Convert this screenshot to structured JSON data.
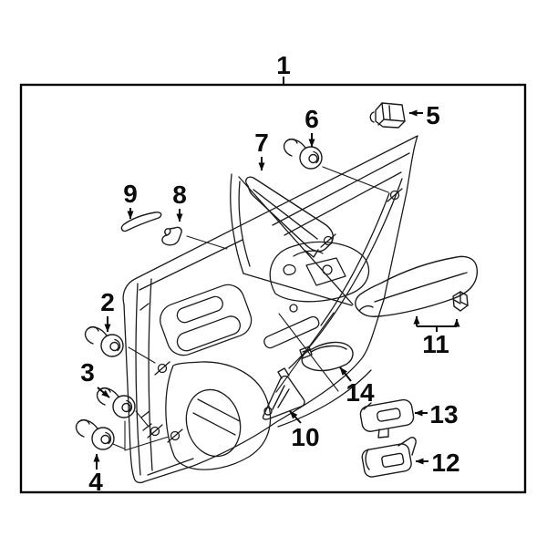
{
  "figure": {
    "kind": "exploded-parts-line-drawing",
    "subject": "door interior trim panel with fasteners and bezels"
  },
  "callouts": [
    "1",
    "2",
    "3",
    "4",
    "5",
    "6",
    "7",
    "8",
    "9",
    "10",
    "11",
    "12",
    "13",
    "14"
  ],
  "colors": {
    "background": "#ffffff",
    "line": "#1c1c1c",
    "label": "#0b0b0b",
    "border": "#000000"
  }
}
